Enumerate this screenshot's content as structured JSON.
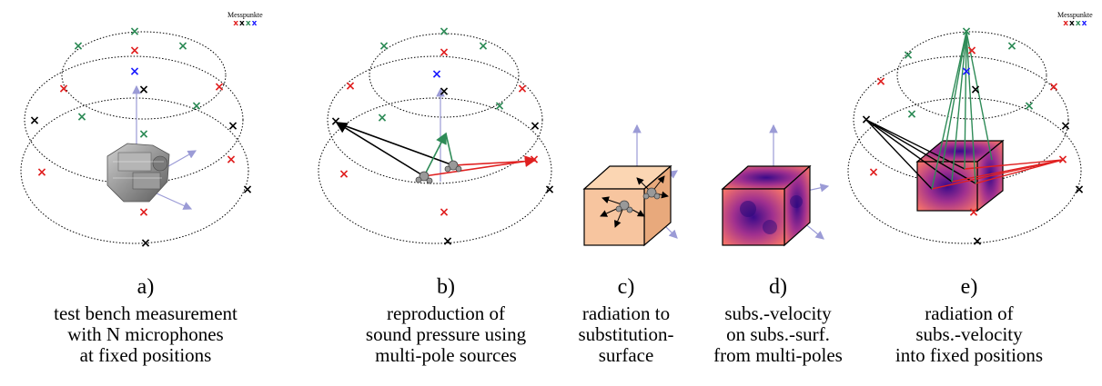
{
  "legend": {
    "title": "Messpunkte",
    "marks": [
      {
        "glyph": "x",
        "color": "#e02020"
      },
      {
        "glyph": "x",
        "color": "#000000"
      },
      {
        "glyph": "x",
        "color": "#2e8b57"
      },
      {
        "glyph": "x",
        "color": "#1a1aff"
      }
    ]
  },
  "colors": {
    "red": "#e02020",
    "black": "#000000",
    "green": "#2e8b57",
    "blue": "#1a1aff",
    "axis": "#9b9bd6",
    "box_c": "#f7c59f",
    "box_d": "#8b1a8b"
  },
  "panels": [
    {
      "letter": "a)",
      "lines": [
        "test bench measurement",
        "with N microphones",
        "at fixed positions"
      ]
    },
    {
      "letter": "b)",
      "lines": [
        "reproduction of",
        "sound pressure using",
        "multi-pole sources"
      ]
    },
    {
      "letter": "c)",
      "lines": [
        "radiation to",
        "substitution-",
        "surface"
      ]
    },
    {
      "letter": "d)",
      "lines": [
        "subs.-velocity",
        "on subs.-surf.",
        "from multi-poles"
      ]
    },
    {
      "letter": "e)",
      "lines": [
        "radiation of",
        "subs.-velocity",
        "into fixed positions"
      ]
    }
  ]
}
